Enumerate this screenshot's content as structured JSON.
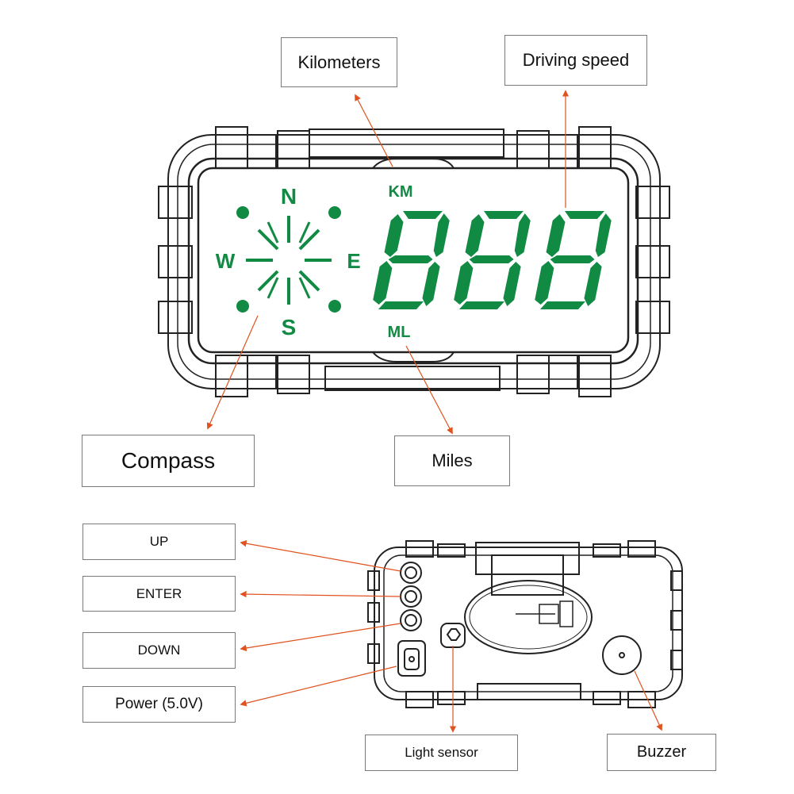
{
  "colors": {
    "lcd_green": "#118a43",
    "arrow": "#e0521f",
    "outline": "#222222"
  },
  "hud_display": {
    "units_top": "KM",
    "units_bottom": "ML",
    "speed_digits": "888",
    "compass": {
      "north": "N",
      "south": "S",
      "east": "E",
      "west": "W"
    }
  },
  "labels": {
    "kilometers": "Kilometers",
    "driving_speed": "Driving speed",
    "compass": "Compass",
    "miles": "Miles",
    "up": "UP",
    "enter": "ENTER",
    "down": "DOWN",
    "power": "Power (5.0V)",
    "light_sensor": "Light sensor",
    "buzzer": "Buzzer"
  },
  "icons": [
    "compass-icon",
    "seven-segment-digit",
    "button-icon",
    "usb-port-icon",
    "light-sensor-icon",
    "buzzer-icon",
    "mount-clip-icon"
  ]
}
